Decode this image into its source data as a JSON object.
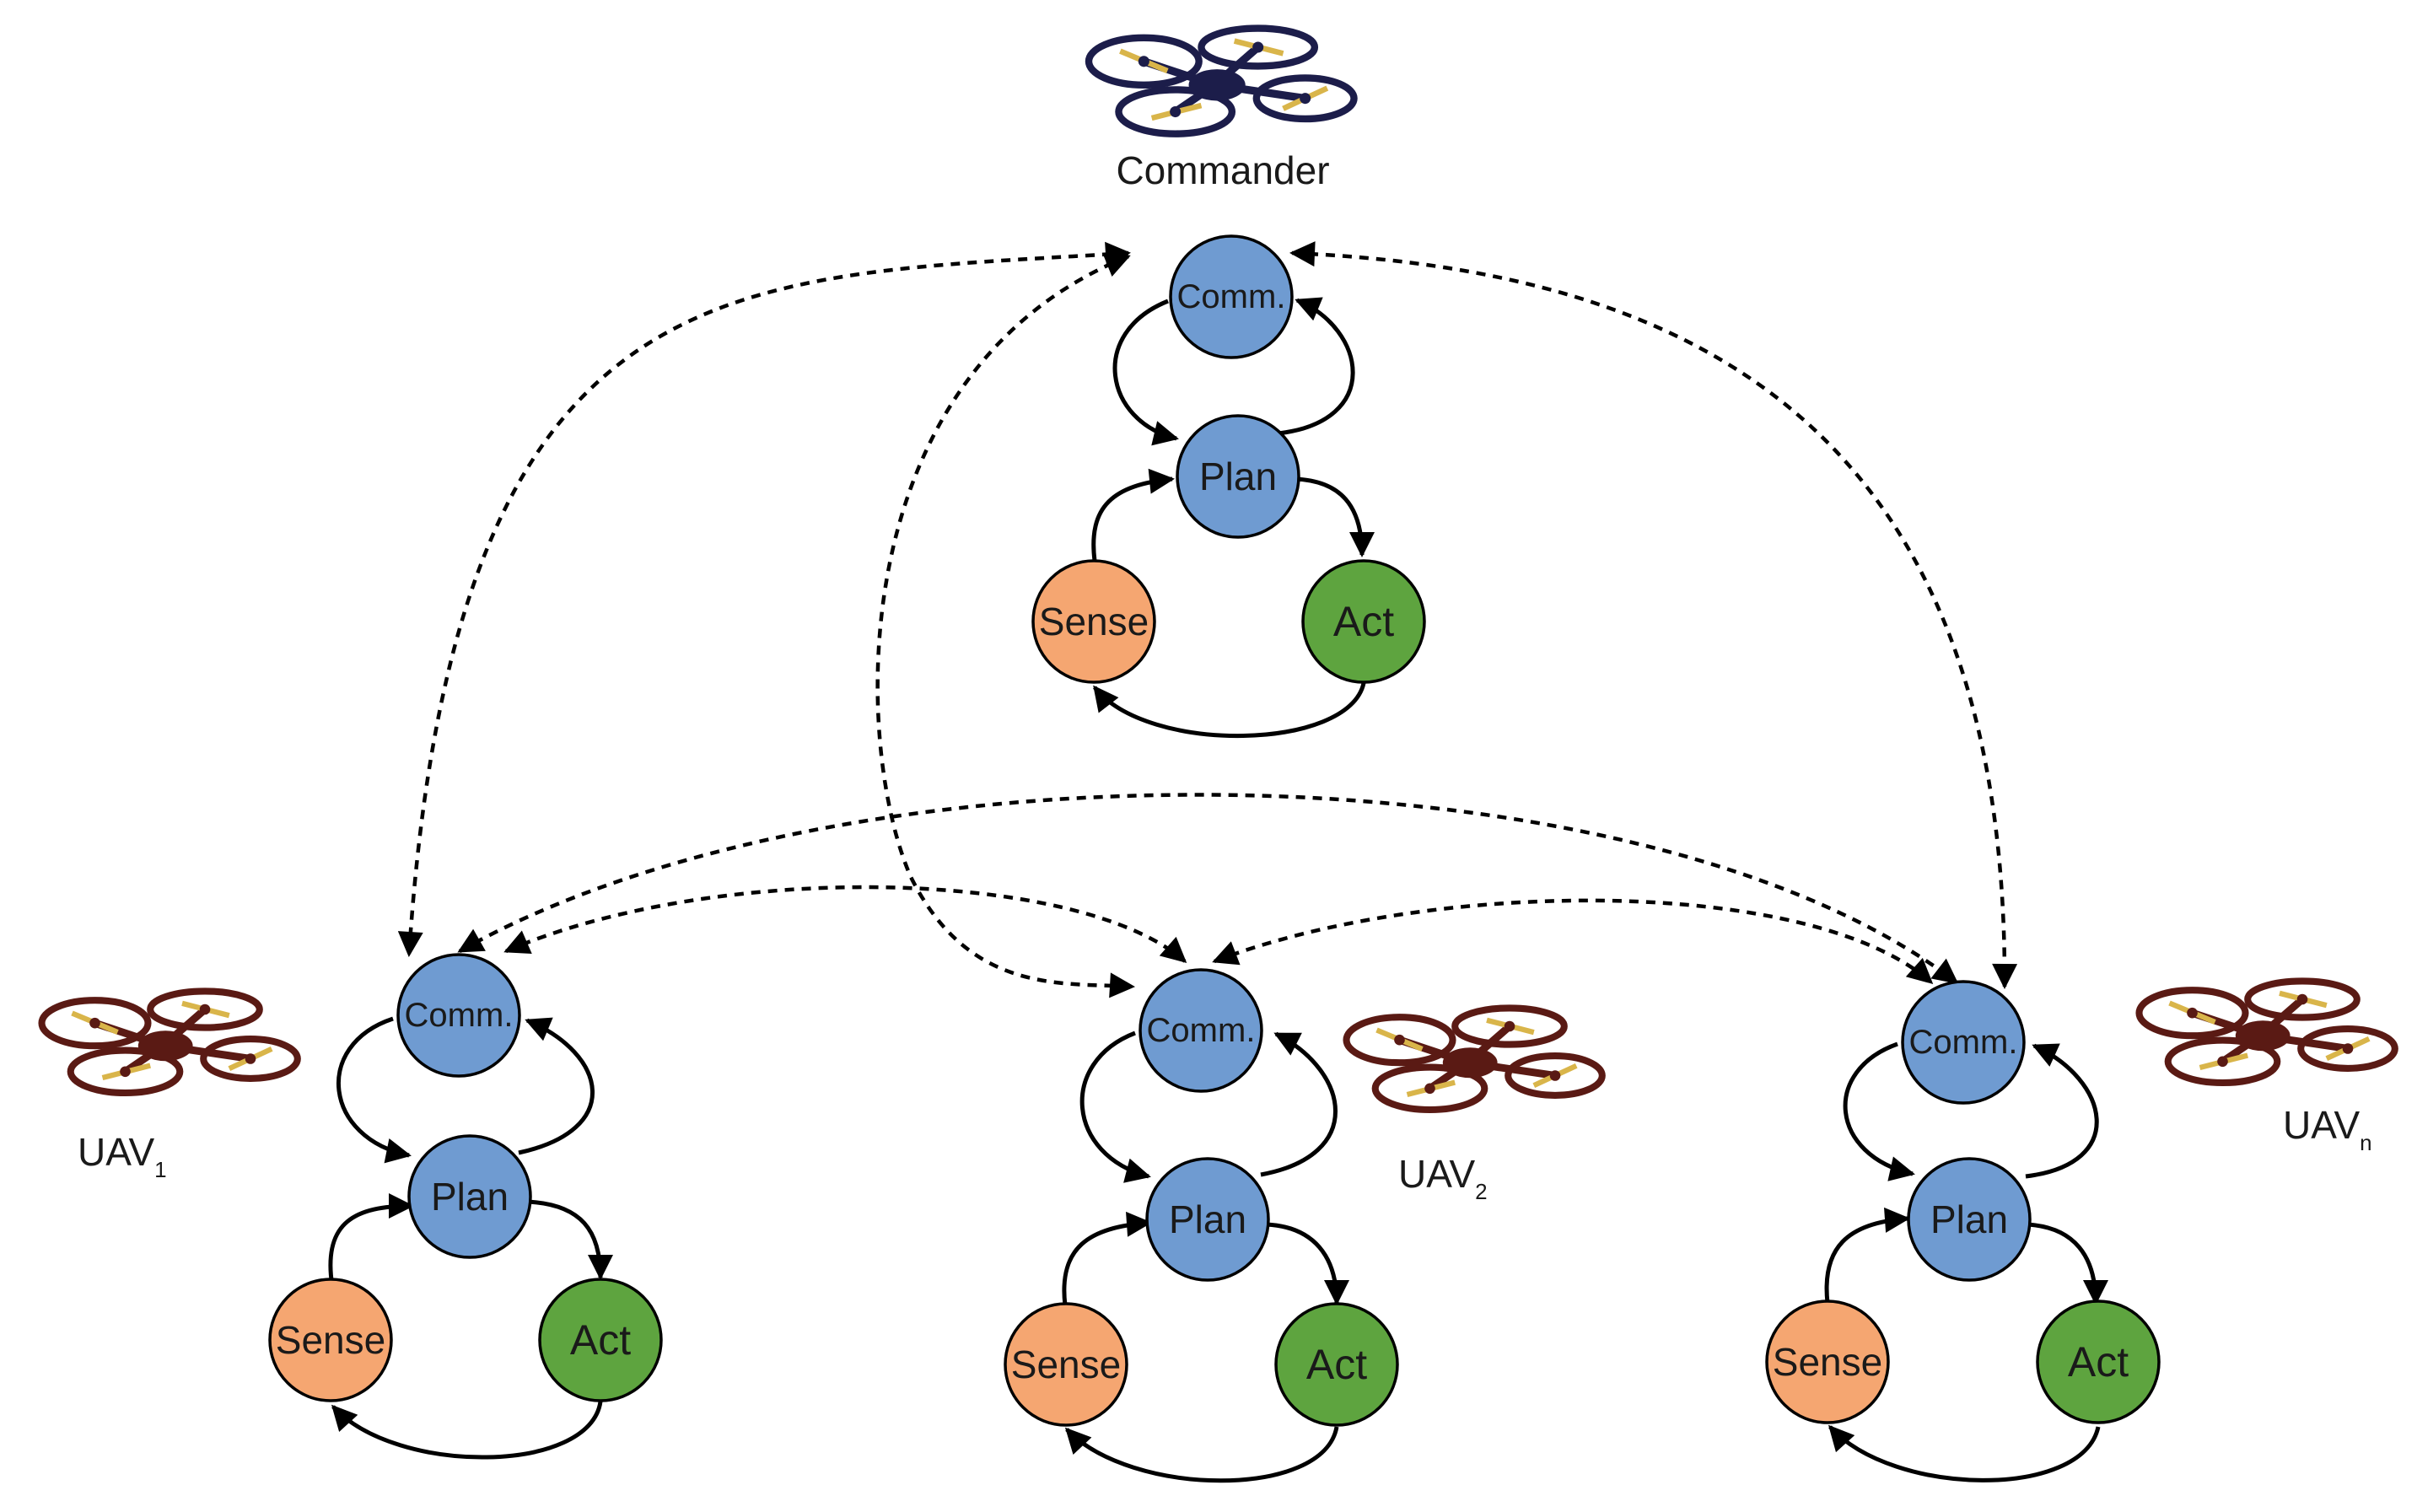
{
  "agents": [
    {
      "id": "commander",
      "label": "Commander",
      "sub": ""
    },
    {
      "id": "uav1",
      "label": "UAV",
      "sub": "1"
    },
    {
      "id": "uav2",
      "label": "UAV",
      "sub": "2"
    },
    {
      "id": "uavn",
      "label": "UAV",
      "sub": "n"
    }
  ],
  "nodes": {
    "comm": "Comm.",
    "plan": "Plan",
    "sense": "Sense",
    "act": "Act"
  },
  "colors": {
    "comm": "#6f9bd1",
    "plan": "#6f9bd1",
    "sense": "#f5a671",
    "act": "#5ea43f",
    "commander_drone": "#1c1d4a",
    "uav_drone": "#5a1a14",
    "propeller": "#d9b54a"
  },
  "icons": {
    "commander": "quadcopter-icon",
    "uav": "quadcopter-icon"
  }
}
